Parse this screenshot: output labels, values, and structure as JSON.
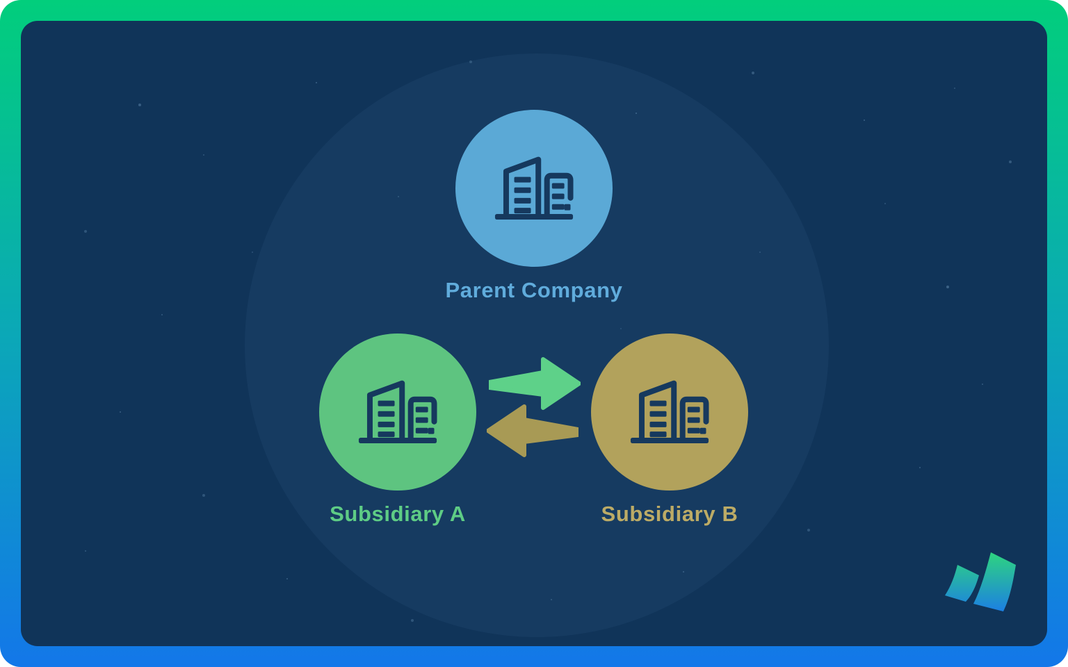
{
  "diagram": {
    "nodes": [
      {
        "id": "parent-company",
        "label": "Parent Company",
        "circle_color": "#5BA9D6",
        "label_color": "#60ACDC",
        "icon": "buildings-icon"
      },
      {
        "id": "subsidiary-a",
        "label": "Subsidiary A",
        "circle_color": "#5EC480",
        "label_color": "#5ECC85",
        "icon": "buildings-icon"
      },
      {
        "id": "subsidiary-b",
        "label": "Subsidiary B",
        "circle_color": "#B2A25C",
        "label_color": "#BCAB66",
        "icon": "buildings-icon"
      }
    ],
    "arrows": [
      {
        "from": "subsidiary-a",
        "to": "subsidiary-b",
        "direction": "right",
        "color": "#5ED189",
        "icon": "arrow-right-icon"
      },
      {
        "from": "subsidiary-b",
        "to": "subsidiary-a",
        "direction": "left",
        "color": "#A89A55",
        "icon": "arrow-left-icon"
      }
    ],
    "icon_color": "#16395E"
  },
  "frame": {
    "border_gradient_top": "#02CE7C",
    "border_gradient_mid": "#0BA8B7",
    "border_gradient_bottom": "#1377E9",
    "panel_color": "#103459"
  },
  "logo": {
    "name": "brand-logo",
    "gradient_top": "#2ED47F",
    "gradient_bottom": "#1B7BE9"
  }
}
